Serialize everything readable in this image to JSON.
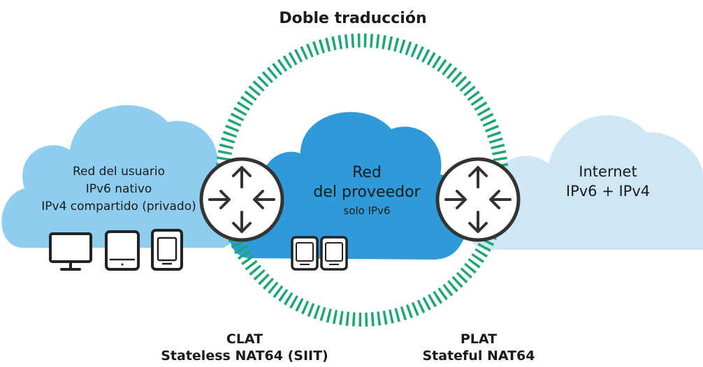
{
  "title": "Doble traducción",
  "user_network": {
    "line1": "Red del usuario",
    "line2": "IPv6 nativo",
    "line3": "IPv4 compartido (privado)"
  },
  "provider_network": {
    "line1": "Red",
    "line2": "del proveedor",
    "line3": "solo IPv6"
  },
  "internet": {
    "line1": "Internet",
    "line2": "IPv6 + IPv4"
  },
  "clat": {
    "line1": "CLAT",
    "line2": "Stateless NAT64 (SIIT)"
  },
  "plat": {
    "line1": "PLAT",
    "line2": "Stateful NAT64"
  },
  "colors": {
    "user_cloud": "#8fcdf0",
    "provider_cloud": "#2f9ad8",
    "internet_cloud": "#cfe6f7",
    "translation_ring": "#1fa773",
    "router_fill": "#ffffff",
    "router_stroke": "#333333",
    "device_stroke": "#222222"
  },
  "icons": {
    "routers": [
      "router-clat-icon",
      "router-plat-icon"
    ],
    "user_devices": [
      "monitor-icon",
      "tablet-icon",
      "smartphone-icon"
    ],
    "provider_devices": [
      "smartphone-icon",
      "smartphone-icon"
    ]
  }
}
